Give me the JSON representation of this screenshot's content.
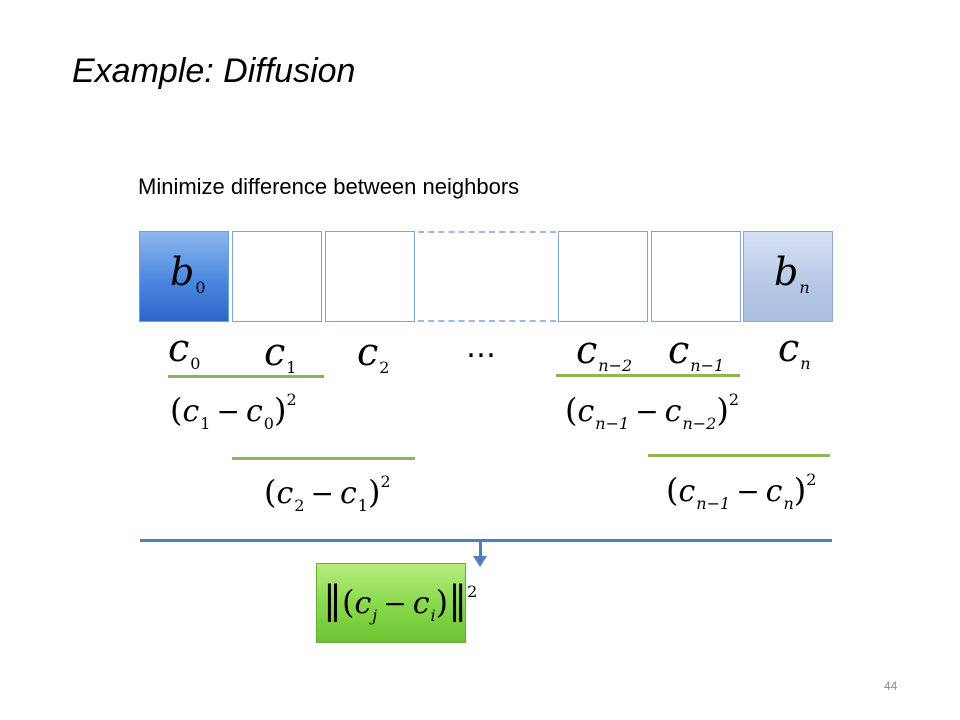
{
  "slide": {
    "title": "Example: Diffusion",
    "subtitle": "Minimize difference between neighbors",
    "page_number": "44"
  },
  "cells": {
    "b0": {
      "base": "b",
      "sub": "0"
    },
    "bn": {
      "base": "b",
      "sub": "n"
    }
  },
  "labels": {
    "c0": {
      "base": "c",
      "sub": "0"
    },
    "c1": {
      "base": "c",
      "sub": "1"
    },
    "c2": {
      "base": "c",
      "sub": "2"
    },
    "ellipsis": "…",
    "cn2": {
      "base": "c",
      "sub": "n−2"
    },
    "cn1": {
      "base": "c",
      "sub": "n−1"
    },
    "cn": {
      "base": "c",
      "sub": "n"
    }
  },
  "terms": {
    "t1": {
      "a": "1",
      "b": "0",
      "exp": "2"
    },
    "t2": {
      "a": "2",
      "b": "1",
      "exp": "2"
    },
    "t3": {
      "a": "n−1",
      "b": "n−2",
      "exp": "2"
    },
    "t4": {
      "a": "n−1",
      "b": "n",
      "exp": "2"
    }
  },
  "result": {
    "a": "j",
    "b": "i",
    "exp": "2"
  },
  "colors": {
    "boundary_dark": "#4a87e0",
    "boundary_light": "#b6c8e6",
    "term_line": "#8db755",
    "sum_line": "#4d7fbd",
    "result_box": "#86d84a"
  }
}
